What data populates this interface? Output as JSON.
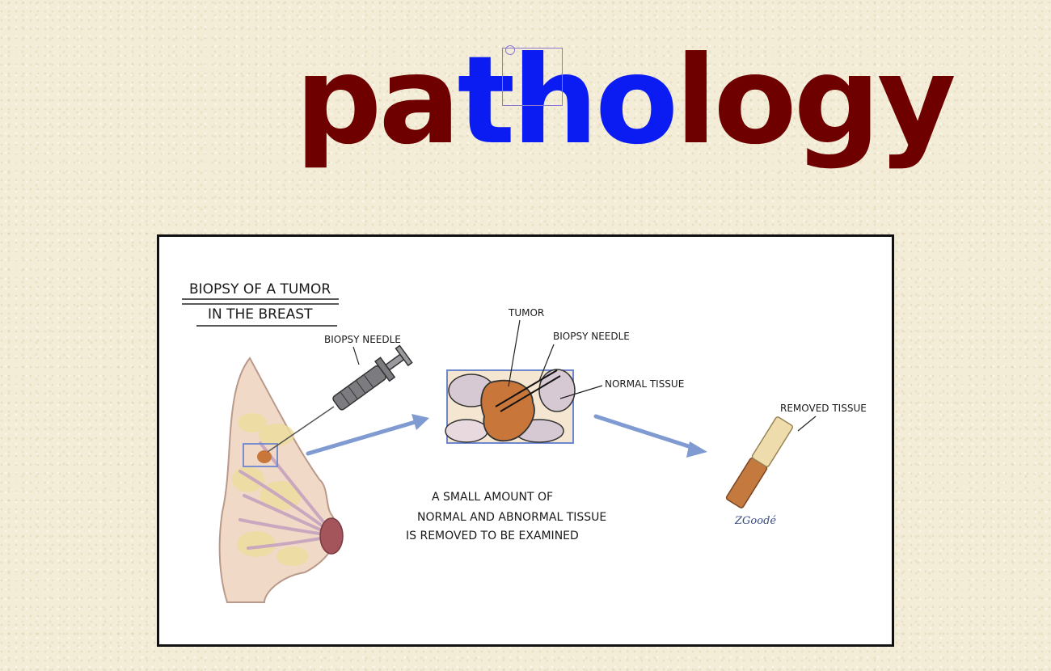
{
  "slide": {
    "title_parts": [
      "pa",
      "tho",
      "logy"
    ],
    "title_colors": {
      "dark": "#6e0000",
      "blue": "#0b1cf2"
    }
  },
  "diagram": {
    "heading_line1": "BIOPSY OF A TUMOR",
    "heading_line2": "IN THE BREAST",
    "label_needle_left": "BIOPSY NEEDLE",
    "label_tumor": "TUMOR",
    "label_needle_center": "BIOPSY NEEDLE",
    "label_normal_tissue": "NORMAL TISSUE",
    "label_removed_tissue": "REMOVED TISSUE",
    "caption_line1": "A SMALL AMOUNT OF",
    "caption_line2": "NORMAL AND ABNORMAL TISSUE",
    "caption_line3": "IS REMOVED TO BE EXAMINED",
    "signature": "ZGoodé",
    "arrow_color": "#7f9bd1",
    "tumor_color": "#c8763a",
    "skin_color": "#f1d9c8"
  }
}
